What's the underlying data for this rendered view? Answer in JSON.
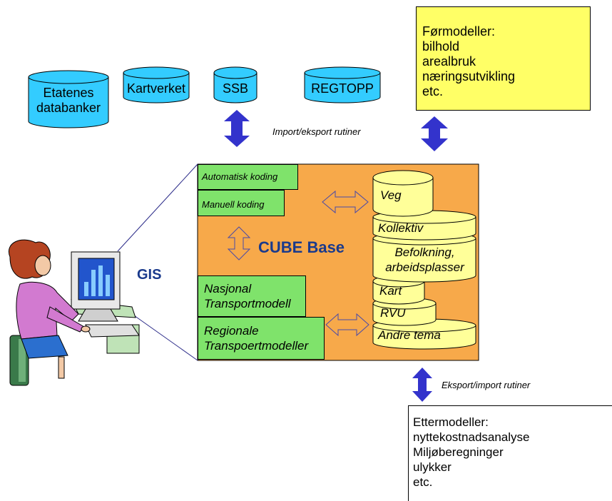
{
  "databases": {
    "etatenes": [
      "Etatenes",
      "databanker"
    ],
    "kartverket": "Kartverket",
    "ssb": "SSB",
    "regtopp": "REGTOPP"
  },
  "formodeller": {
    "lines": [
      "Førmodeller:",
      "bilhold",
      "arealbruk",
      "næringsutvikling",
      "etc."
    ]
  },
  "arrows": {
    "import_export": "Import/eksport rutiner",
    "export_import": "Eksport/import rutiner"
  },
  "cube": {
    "title": "CUBE Base",
    "automatisk": "Automatisk koding",
    "manuell": "Manuell koding",
    "nasjonal": [
      "Nasjonal",
      "Transportmodell"
    ],
    "regionale": [
      "Regionale",
      "Transpoertmodeller"
    ]
  },
  "stack": {
    "veg": "Veg",
    "kollektiv": "Kollektiv",
    "befolkning": [
      "Befolkning,",
      "arbeidsplasser"
    ],
    "kart": "Kart",
    "rvu": "RVU",
    "andre": "Andre tema"
  },
  "gis": "GIS",
  "ettermodeller": {
    "lines": [
      "Ettermodeller:",
      "nyttekostnadsanalyse",
      "Miljøberegninger",
      "ulykker",
      "etc."
    ]
  },
  "colors": {
    "db_fill": "#33ccff",
    "yellow_box": "#ffff66",
    "orange_panel": "#f7a94a",
    "green_box": "#7fe36b",
    "cylinder": "#ffff99",
    "arrow_blue": "#3333cc",
    "title_blue": "#1a3a8c"
  }
}
